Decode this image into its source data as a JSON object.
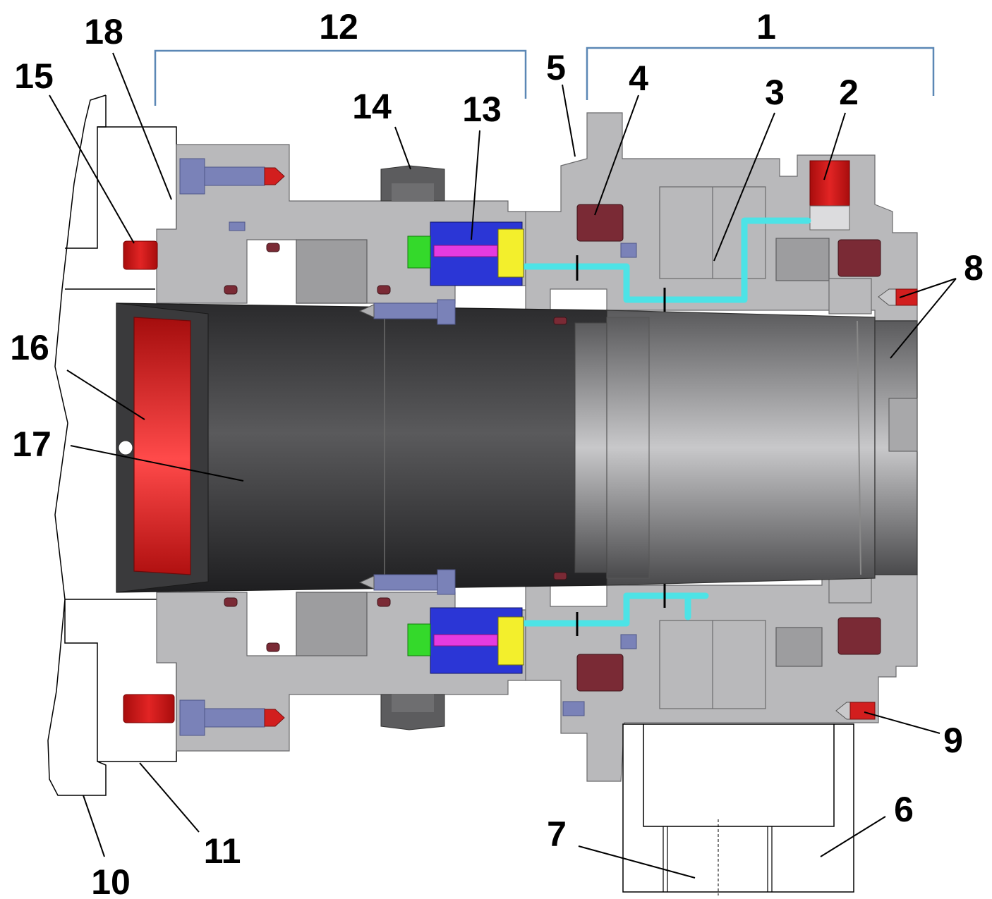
{
  "labels": {
    "l1": "1",
    "l2": "2",
    "l3": "3",
    "l4": "4",
    "l5": "5",
    "l6": "6",
    "l7": "7",
    "l8": "8",
    "l9": "9",
    "l10": "10",
    "l11": "11",
    "l12": "12",
    "l13": "13",
    "l14": "14",
    "l15": "15",
    "l16": "16",
    "l17": "17",
    "l18": "18"
  },
  "colors": {
    "bracket": "#5b87b5",
    "housing": "#b9b9bb",
    "shaft": "#3a3a3c",
    "red_part": "#d21e1e",
    "seal": "#7a2a35",
    "bolt": "#7a82b8",
    "channel": "#4de3e6",
    "valve_body": "#2b36d6",
    "valve_green": "#34d92b",
    "valve_yellow": "#f3ef2c",
    "valve_needle": "#e53be0"
  }
}
